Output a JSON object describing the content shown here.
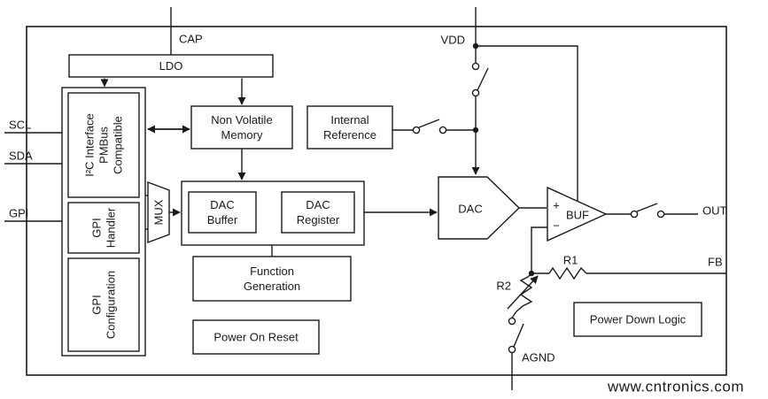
{
  "pins": {
    "cap": "CAP",
    "vdd": "VDD",
    "scl": "SCL",
    "sda": "SDA",
    "gpi": "GPI",
    "out": "OUT",
    "fb": "FB",
    "agnd": "AGND"
  },
  "blocks": {
    "ldo": "LDO",
    "i2c_interface": [
      "I²C Interface",
      "PMBus",
      "Compatible"
    ],
    "gpi_handler": [
      "GPI",
      "Handler"
    ],
    "gpi_configuration": [
      "GPI",
      "Configuration"
    ],
    "mux": "MUX",
    "non_volatile_memory": [
      "Non Volatile",
      "Memory"
    ],
    "internal_reference": [
      "Internal",
      "Reference"
    ],
    "dac_buffer": [
      "DAC",
      "Buffer"
    ],
    "dac_register": [
      "DAC",
      "Register"
    ],
    "function_generation": [
      "Function",
      "Generation"
    ],
    "power_on_reset": "Power On Reset",
    "dac": "DAC",
    "buf": "BUF",
    "power_down_logic": "Power Down Logic"
  },
  "amplifier": {
    "plus": "+",
    "minus": "−"
  },
  "resistors": {
    "r1": "R1",
    "r2": "R2"
  },
  "watermark": "www.cntronics.com",
  "colors": {
    "line": "#1a1a1a",
    "watermark": "#f0ae7c",
    "background": "#ffffff"
  }
}
